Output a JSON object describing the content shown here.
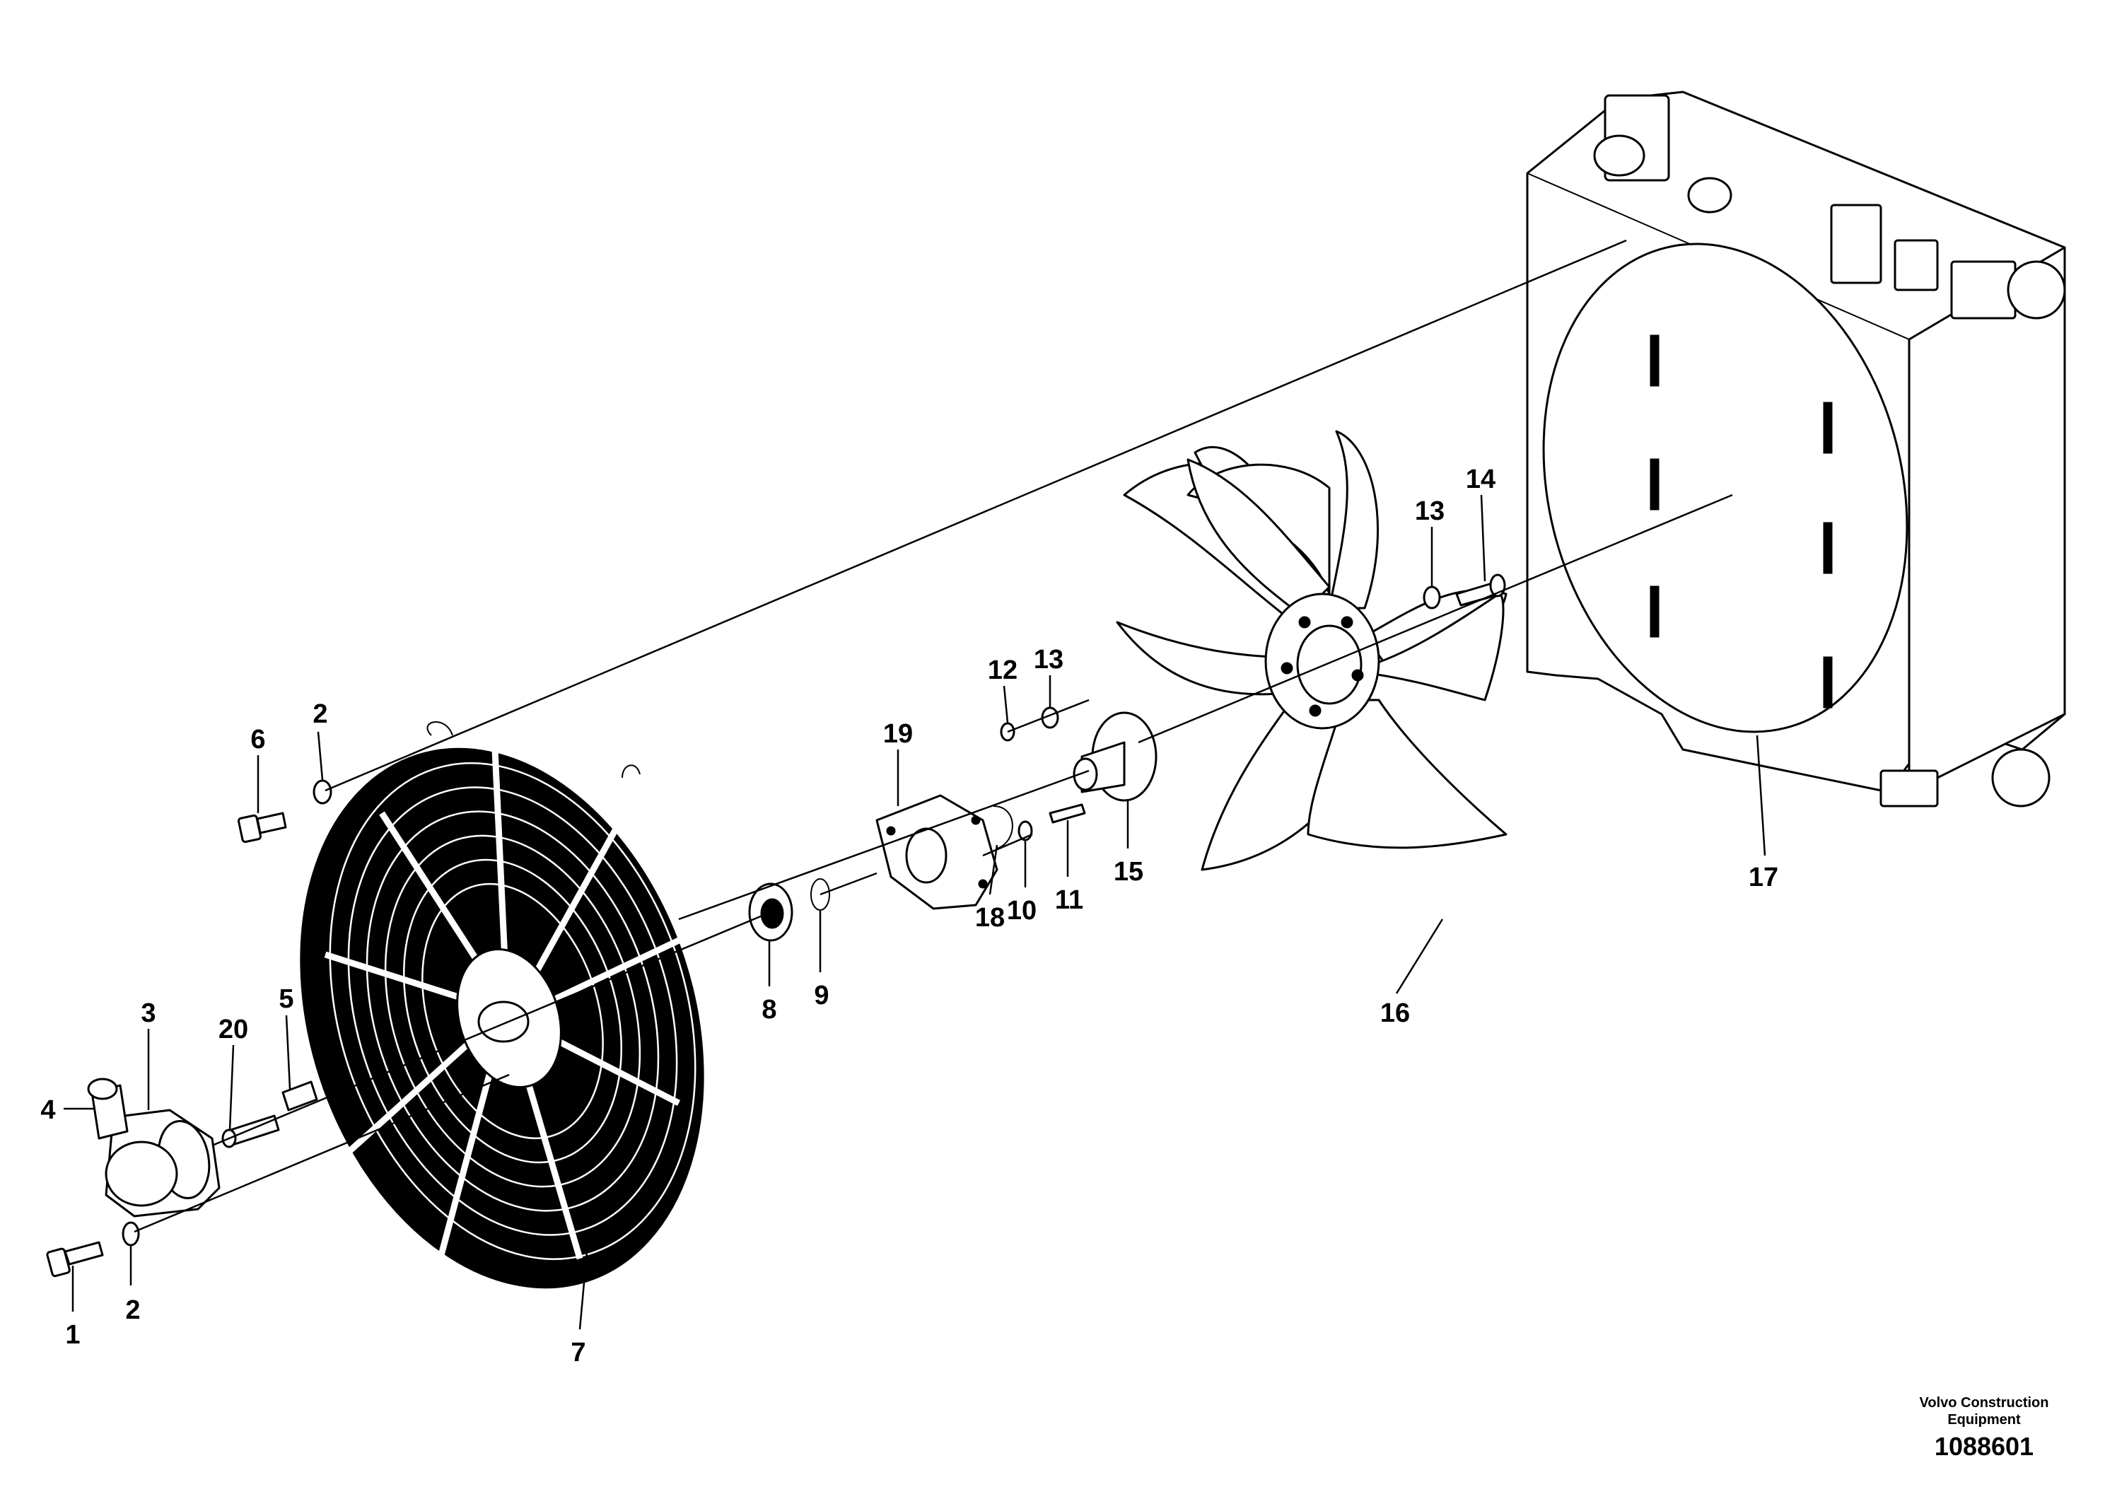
{
  "callouts": [
    {
      "id": "c1",
      "text": "1"
    },
    {
      "id": "c2a",
      "text": "2"
    },
    {
      "id": "c2b",
      "text": "2"
    },
    {
      "id": "c3",
      "text": "3"
    },
    {
      "id": "c4",
      "text": "4"
    },
    {
      "id": "c5",
      "text": "5"
    },
    {
      "id": "c6",
      "text": "6"
    },
    {
      "id": "c7",
      "text": "7"
    },
    {
      "id": "c8",
      "text": "8"
    },
    {
      "id": "c9",
      "text": "9"
    },
    {
      "id": "c10",
      "text": "10"
    },
    {
      "id": "c11",
      "text": "11"
    },
    {
      "id": "c12",
      "text": "12"
    },
    {
      "id": "c13a",
      "text": "13"
    },
    {
      "id": "c13b",
      "text": "13"
    },
    {
      "id": "c14",
      "text": "14"
    },
    {
      "id": "c15",
      "text": "15"
    },
    {
      "id": "c16",
      "text": "16"
    },
    {
      "id": "c17",
      "text": "17"
    },
    {
      "id": "c18",
      "text": "18"
    },
    {
      "id": "c19",
      "text": "19"
    },
    {
      "id": "c20",
      "text": "20"
    }
  ],
  "footer": {
    "brand_line1": "Volvo Construction",
    "brand_line2": "Equipment",
    "doc_number": "1088601"
  }
}
